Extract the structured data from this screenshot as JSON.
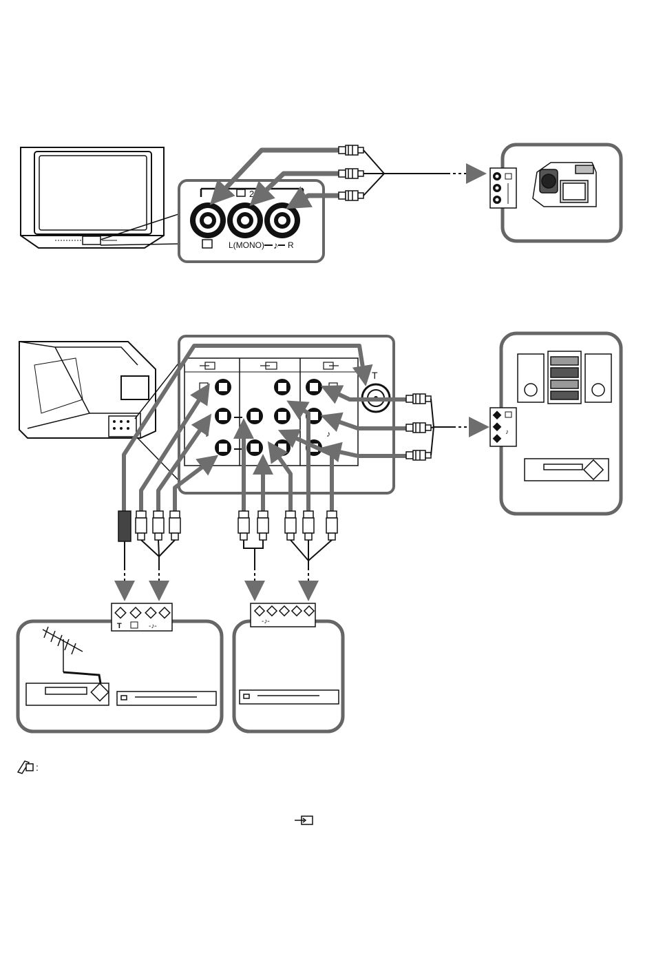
{
  "front_panel": {
    "input_number": "2",
    "label_left": "L(MONO)",
    "label_right": "R"
  },
  "rear_panel": {
    "antenna_symbol": "T"
  },
  "source_panel_a": {
    "antenna_symbol": "T",
    "audio_symbol": "-♪-"
  },
  "source_panel_b": {
    "audio_symbol": "-♪-"
  },
  "note": {
    "marker": ":"
  },
  "colors": {
    "line": "#111111",
    "arrow": "#6e6e6e",
    "frame": "#6a6a6a"
  },
  "icons": [
    "tv-front-icon",
    "tv-rear-icon",
    "camcorder-icon",
    "hifi-system-icon",
    "vcr-icon",
    "dvd-player-icon",
    "antenna-icon",
    "note-pencil-icon",
    "video-out-icon"
  ]
}
